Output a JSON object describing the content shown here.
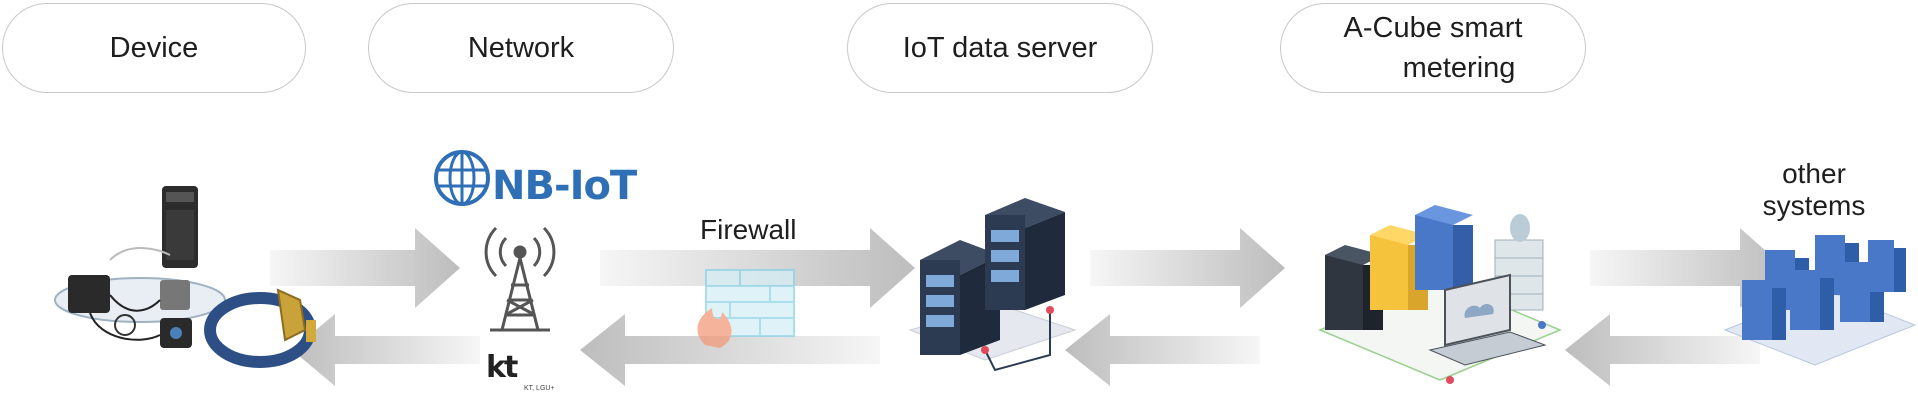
{
  "headers": {
    "device": "Device",
    "network": "Network",
    "iot_server": "IoT data server",
    "acube_line1": "A-Cube smart",
    "acube_line2": "metering"
  },
  "labels": {
    "firewall": "Firewall",
    "other_line1": "other",
    "other_line2": "systems"
  },
  "logos": {
    "nbiot": "NB-IoT",
    "kt": "kt",
    "kt_sub": "KT, LGU+"
  },
  "colors": {
    "arrow_gray": "#c8c8c8",
    "server_dark": "#2d3b52",
    "server_blue": "#4a78c8",
    "server_yellow": "#f6c33c",
    "firewall_blue": "#8fd3e6",
    "nbiot_blue": "#2f6fb6"
  },
  "icons": [
    "device-cluster-icon",
    "cell-tower-icon",
    "firewall-icon",
    "server-rack-icon",
    "server-cluster-icon",
    "laptop-icon",
    "server-stack-icon"
  ]
}
